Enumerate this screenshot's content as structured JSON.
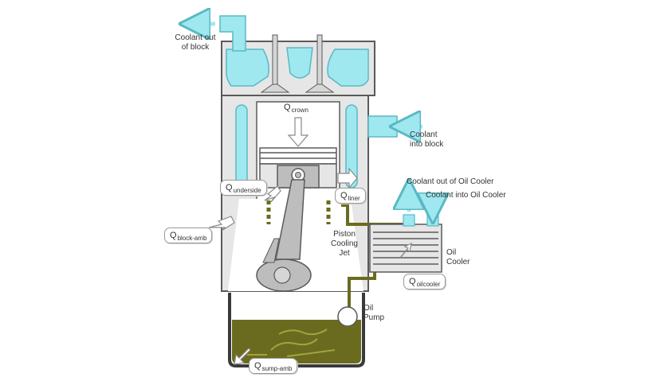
{
  "colors": {
    "coolant": "#9fe8f0",
    "coolant_stroke": "#5ab8c4",
    "metal": "#e6e6e6",
    "metal_stroke": "#5a5a5a",
    "oil": "#6b6b1f",
    "oil_light": "#8a8a2e",
    "heat_arrow": "#ffffff"
  },
  "labels": {
    "coolant_out_block": [
      "Coolant out",
      "of block"
    ],
    "coolant_into_block": [
      "Coolant",
      "into block"
    ],
    "coolant_out_oil_cooler": "Coolant out of Oil Cooler",
    "coolant_into_oil_cooler": "Coolant into Oil Cooler",
    "piston_cooling_jet": [
      "Piston",
      "Cooling",
      "Jet"
    ],
    "oil_cooler": [
      "Oil",
      "Cooler"
    ],
    "oil_pump": [
      "Oil",
      "Pump"
    ]
  },
  "heat_flows": {
    "crown": {
      "q": "Q",
      "sub": "crown"
    },
    "underside": {
      "q": "Q",
      "sub": "underside"
    },
    "liner": {
      "q": "Q",
      "sub": "liner"
    },
    "block_amb": {
      "q": "Q",
      "sub": "block-amb"
    },
    "oilcooler": {
      "q": "Q",
      "sub": "oilcooler"
    },
    "sump_amb": {
      "q": "Q",
      "sub": "sump-amb"
    }
  }
}
